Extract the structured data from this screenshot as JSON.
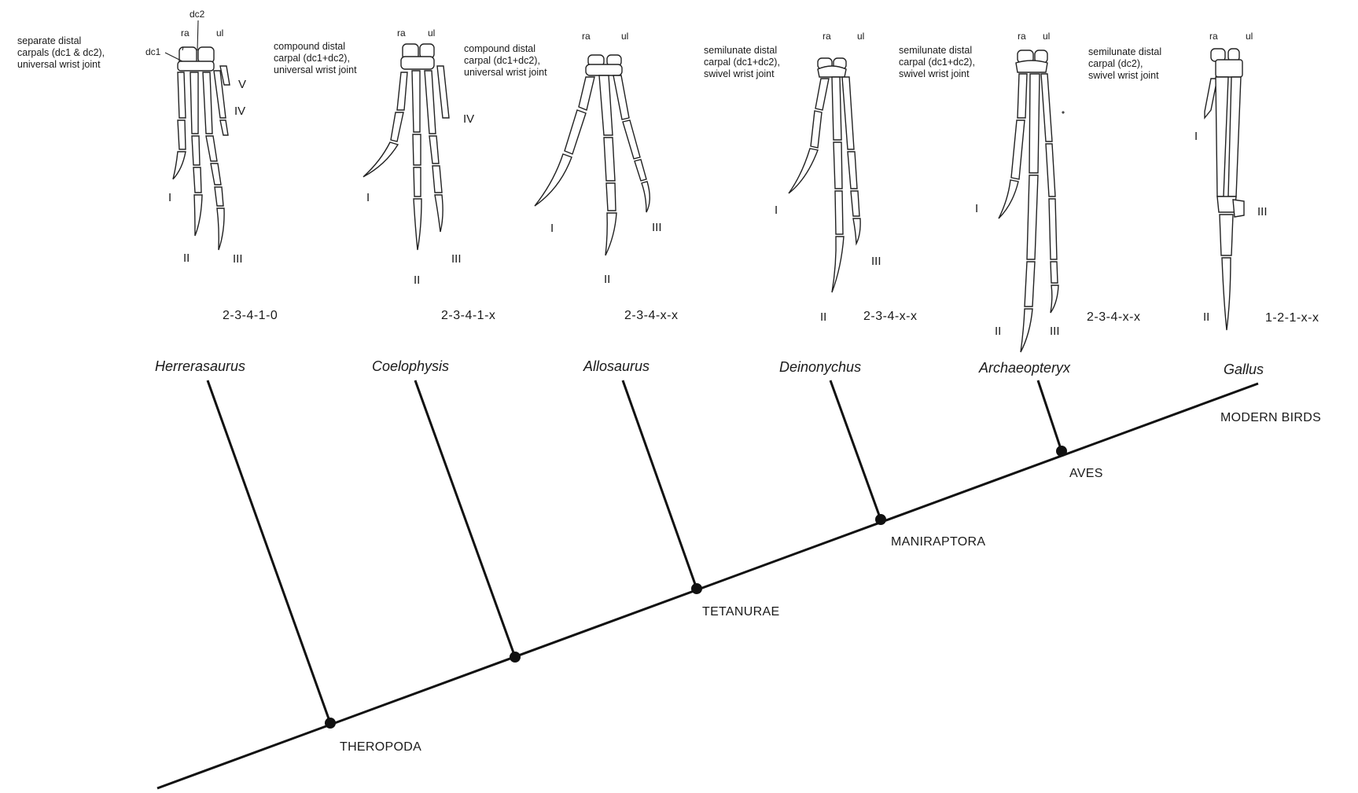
{
  "taxa": [
    {
      "name": "Herrerasaurus",
      "caption": [
        "separate distal",
        "carpals (dc1 & dc2),",
        "universal wrist joint"
      ],
      "formula": "2-3-4-1-0",
      "digits": [
        "I",
        "II",
        "III",
        "IV",
        "V"
      ],
      "bone_labels": [
        "dc2",
        "ra",
        "ul",
        "dc1"
      ]
    },
    {
      "name": "Coelophysis",
      "caption": [
        "compound distal",
        "carpal (dc1+dc2),",
        "universal wrist joint"
      ],
      "formula": "2-3-4-1-x",
      "digits": [
        "I",
        "II",
        "III",
        "IV"
      ],
      "bone_labels": [
        "ra",
        "ul"
      ]
    },
    {
      "name": "Allosaurus",
      "caption": [
        "compound distal",
        "carpal (dc1+dc2),",
        "universal wrist joint"
      ],
      "formula": "2-3-4-x-x",
      "digits": [
        "I",
        "II",
        "III"
      ],
      "bone_labels": [
        "ra",
        "ul"
      ]
    },
    {
      "name": "Deinonychus",
      "caption": [
        "semilunate distal",
        "carpal (dc1+dc2),",
        "swivel wrist joint"
      ],
      "formula": "2-3-4-x-x",
      "digits": [
        "I",
        "II",
        "III"
      ],
      "bone_labels": [
        "ra",
        "ul"
      ]
    },
    {
      "name": "Archaeopteryx",
      "caption": [
        "semilunate distal",
        "carpal (dc1+dc2),",
        "swivel wrist joint"
      ],
      "formula": "2-3-4-x-x",
      "digits": [
        "I",
        "II",
        "III"
      ],
      "bone_labels": [
        "ra",
        "ul"
      ]
    },
    {
      "name": "Gallus",
      "caption": [
        "semilunate distal",
        "carpal (dc2),",
        "swivel wrist joint"
      ],
      "formula": "1-2-1-x-x",
      "digits": [
        "I",
        "II",
        "III"
      ],
      "bone_labels": [
        "ra",
        "ul"
      ]
    }
  ],
  "clades": [
    "THEROPODA",
    "TETANURAE",
    "MANIRAPTORA",
    "AVES",
    "MODERN BIRDS"
  ]
}
